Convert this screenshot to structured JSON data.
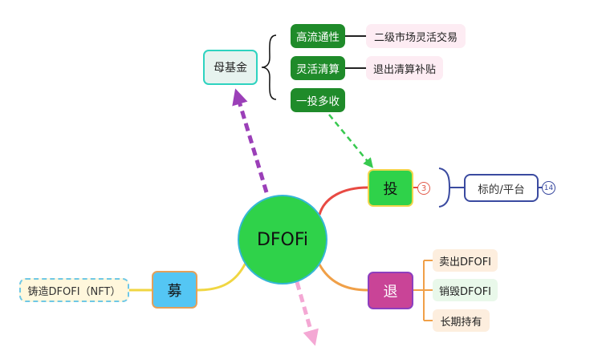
{
  "diagram": {
    "center": {
      "label": "DFOFi"
    },
    "mother_fund": {
      "label": "母基金"
    },
    "features": [
      {
        "label": "高流通性",
        "detail": "二级市场灵活交易"
      },
      {
        "label": "灵活清算",
        "detail": "退出清算补贴"
      },
      {
        "label": "一投多收"
      }
    ],
    "invest": {
      "label": "投",
      "badge": "3",
      "child": {
        "label": "标的/平台",
        "badge": "14"
      }
    },
    "exit": {
      "label": "退",
      "children": [
        "卖出DFOFI",
        "销毁DFOFI",
        "长期持有"
      ]
    },
    "raise": {
      "label": "募",
      "child": "铸造DFOFI（NFT）"
    }
  },
  "colors": {
    "center_fill": "#2fd24a",
    "center_border": "#35b6d6",
    "mother_border": "#2ed3c0",
    "feature_fill": "#1f8b2a",
    "invest_fill": "#2fd24a",
    "invest_border": "#f1d54b",
    "exit_fill": "#c94497",
    "raise_fill": "#54c6f4",
    "arrow_purple": "#9b3fb8",
    "arrow_green": "#37c94f",
    "arrow_pink": "#f4a8d4",
    "connector_red": "#e84a43",
    "connector_orange": "#f0a048",
    "connector_yellow": "#f0d642",
    "connector_navy": "#3a4aa0"
  }
}
